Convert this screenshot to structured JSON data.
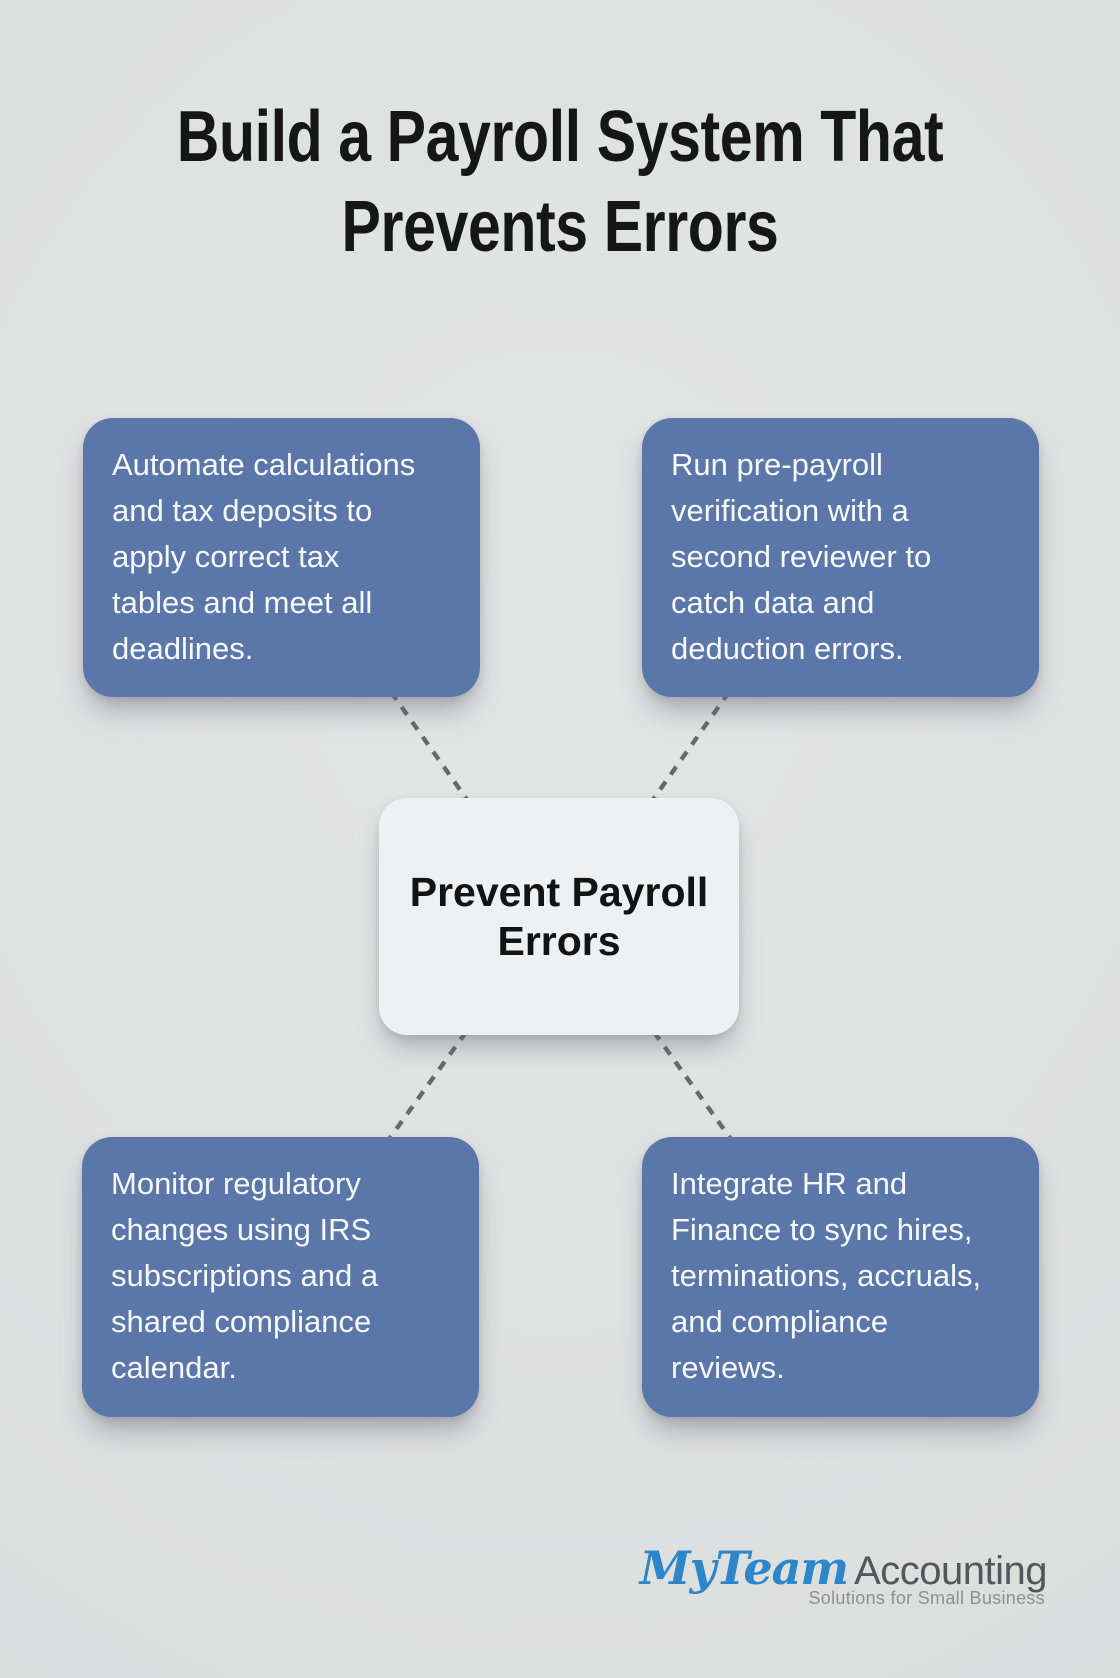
{
  "title": "Build a Payroll System That\nPrevents Errors",
  "center": {
    "label": "Prevent Payroll\nErrors"
  },
  "nodes": [
    {
      "id": "top-left",
      "text": "Automate calculations\nand tax deposits to\napply correct tax\ntables and meet all\ndeadlines."
    },
    {
      "id": "top-right",
      "text": "Run pre-payroll\nverification with a\nsecond reviewer to\ncatch data and\ndeduction errors."
    },
    {
      "id": "bottom-left",
      "text": "Monitor regulatory\nchanges using IRS\nsubscriptions and a\nshared compliance\ncalendar."
    },
    {
      "id": "bottom-right",
      "text": "Integrate HR and\nFinance to sync hires,\nterminations, accruals,\nand compliance\nreviews."
    }
  ],
  "logo": {
    "brand_script": "MyTeam",
    "brand_rest": "Accounting",
    "tagline": "Solutions for Small Business"
  },
  "colors": {
    "background": "#dfe0e0",
    "node_fill": "#5b76a8",
    "node_text": "#f6f8fa",
    "center_fill": "#eff0f2",
    "center_text": "#131313",
    "title_text": "#161616",
    "connector": "#696969",
    "brand_blue": "#2c86c9",
    "brand_gray": "#55565a",
    "tagline_gray": "#8d9091"
  }
}
